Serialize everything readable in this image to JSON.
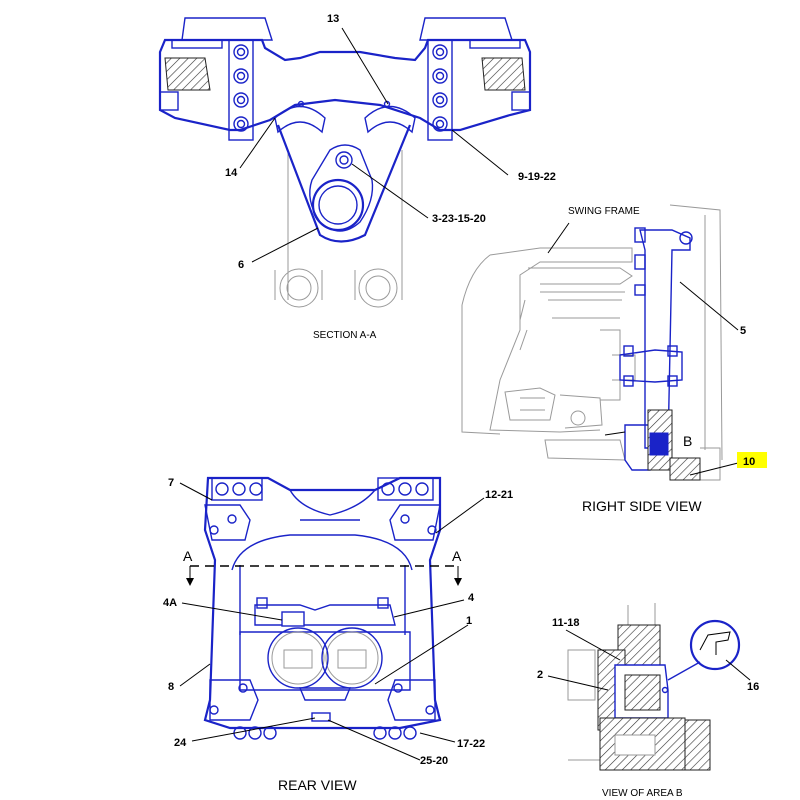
{
  "section_label": "SECTION A-A",
  "right_view_label": "RIGHT SIDE VIEW",
  "rear_view_label": "REAR VIEW",
  "area_b_label": "VIEW OF AREA B",
  "swing_frame_label": "SWING FRAME",
  "section_marker": "A",
  "area_marker": "B",
  "highlight_color": "#ffff00",
  "line_color": "#1a23c8",
  "callouts": {
    "c13": "13",
    "c14": "14",
    "c9_19_22": "9-19-22",
    "c3_23_15_20": "3-23-15-20",
    "c6": "6",
    "c5": "5",
    "c10": "10",
    "c7": "7",
    "c12_21": "12-21",
    "c4A": "4A",
    "c4": "4",
    "c1": "1",
    "c8": "8",
    "c24": "24",
    "c17_22": "17-22",
    "c25_20": "25-20",
    "c11_18": "11-18",
    "c2": "2",
    "c16": "16"
  }
}
